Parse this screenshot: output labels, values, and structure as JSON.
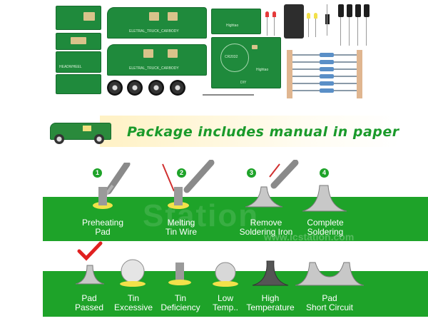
{
  "kit": {
    "pcb_label_a": "ELETRAL_TRUCK_CARBODY",
    "pcb_label_b": "ELETRAL_TRUCK_CARBODY",
    "pcb_label_c": "HEADWHEEL",
    "battery_board_logo": "Hightao",
    "battery_text": "CR2032",
    "board_corner": "DIY"
  },
  "banner": {
    "text": "Package includes manual in paper"
  },
  "steps": [
    {
      "number": "1",
      "label": "Preheating\nPad"
    },
    {
      "number": "2",
      "label": "Melting\nTin Wire"
    },
    {
      "number": "3",
      "label": "Remove\nSoldering Iron"
    },
    {
      "number": "4",
      "label": "Complete\nSoldering"
    }
  ],
  "results": [
    {
      "label": "Pad\nPassed"
    },
    {
      "label": "Tin\nExcessive"
    },
    {
      "label": "Tin\nDeficiency"
    },
    {
      "label": "Low\nTemp.."
    },
    {
      "label": "High\nTemperature"
    },
    {
      "label": "Pad\nShort Circuit"
    }
  ],
  "watermark": {
    "big": "Station",
    "url": "www.lcstation.com"
  },
  "colors": {
    "band": "#1ea329",
    "pcb": "#1f8a3c",
    "check": "#e02020"
  }
}
